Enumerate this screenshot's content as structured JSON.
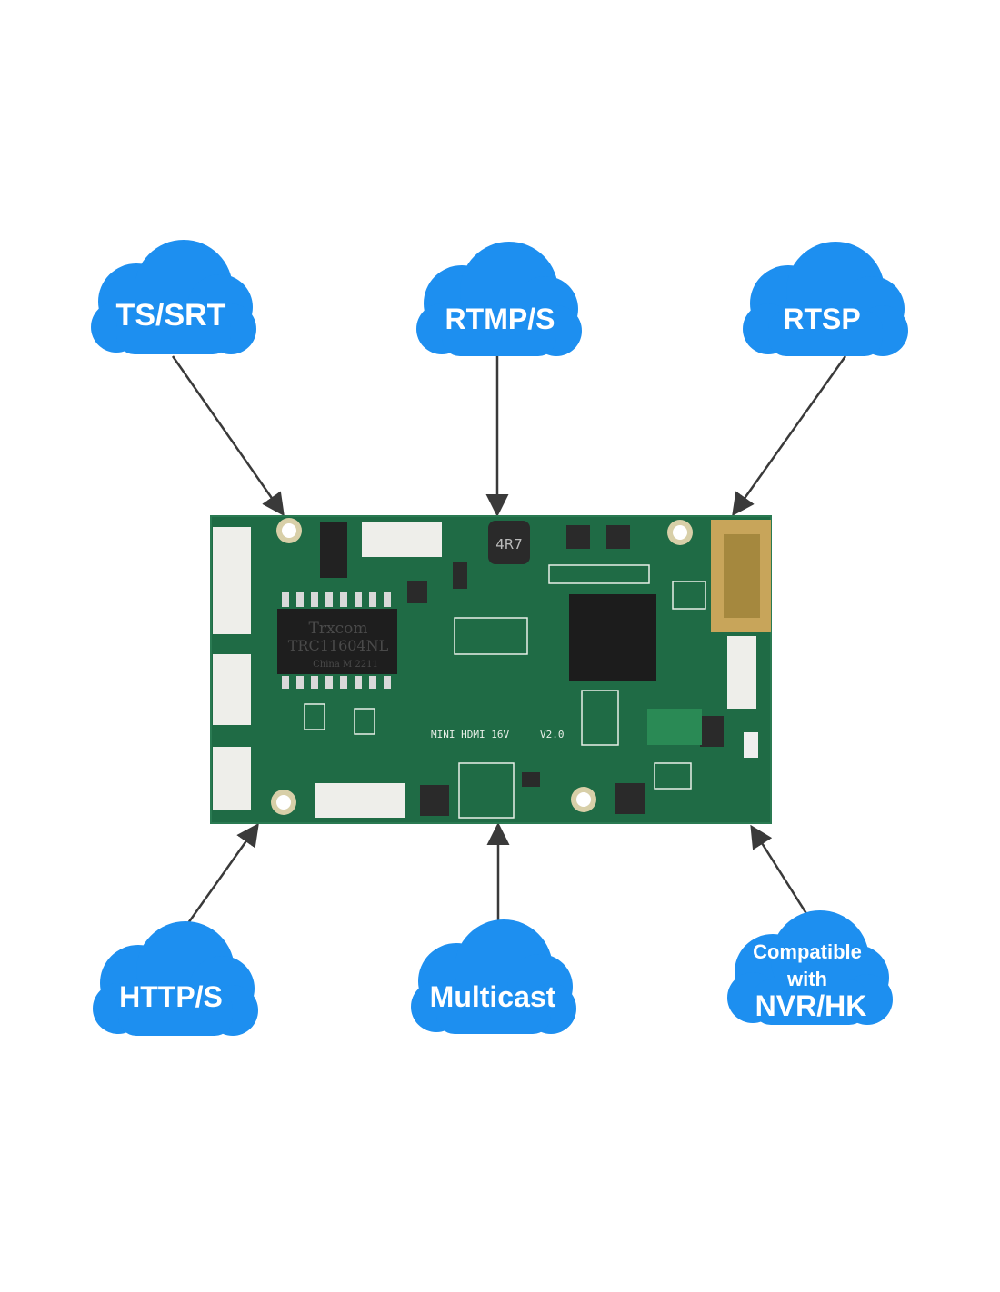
{
  "colors": {
    "cloud": "#1d8ff0",
    "board": "#1f6b45",
    "arrow": "#3a3a3a"
  },
  "clouds": [
    {
      "id": "ts-srt",
      "lines": [
        "TS/SRT"
      ]
    },
    {
      "id": "rtmp",
      "lines": [
        "RTMP/S"
      ]
    },
    {
      "id": "rtsp",
      "lines": [
        "RTSP"
      ]
    },
    {
      "id": "http",
      "lines": [
        "HTTP/S"
      ]
    },
    {
      "id": "multicast",
      "lines": [
        "Multicast"
      ]
    },
    {
      "id": "nvr",
      "lines": [
        "Compatible",
        "with",
        "NVR/HK"
      ]
    }
  ],
  "board": {
    "transformer_brand": "Trxcom",
    "transformer_model": "TRC11604NL",
    "transformer_origin": "China M 2211",
    "board_name": "MINI_HDMI_16V",
    "board_version": "V2.0",
    "inductor_marking": "4R7"
  }
}
